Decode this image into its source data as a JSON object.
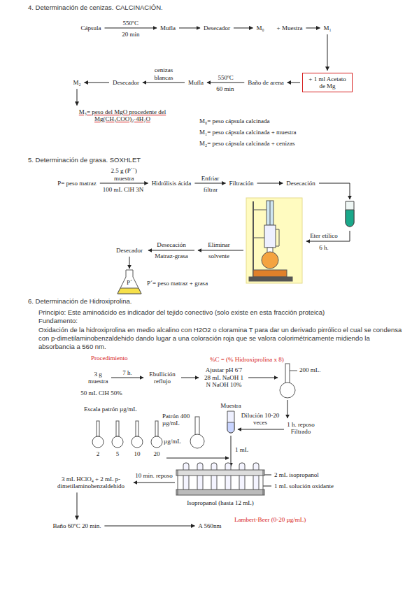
{
  "diagram": {
    "nodes": [
      {
        "text": [
          "Cápsula"
        ]
      },
      {
        "text": [
          "Mufla"
        ]
      },
      {
        "text": [
          "Desecador"
        ]
      },
      {
        "text": [
          "M₀"
        ]
      },
      {
        "text": [
          "+ Muestra"
        ]
      },
      {
        "text": [
          "M₁"
        ]
      },
      {
        "text": [
          "+ 1 ml Acetato de Mg"
        ]
      },
      {
        "text": [
          "Baño de arena"
        ]
      },
      {
        "text": [
          "Mufla"
        ]
      },
      {
        "text": [
          "Desecador"
        ]
      },
      {
        "text": [
          "M₂"
        ]
      },
      {
        "text": [
          "M₃= peso del MgO procedente del Mg(CH₃COO)₂·4H₂O"
        ]
      },
      {
        "text": [
          "P= peso matraz"
        ]
      },
      {
        "text": [
          "Hidrólisis ácida"
        ]
      },
      {
        "text": [
          "Filtración"
        ]
      },
      {
        "text": [
          "Desecación"
        ]
      },
      {
        "text": [
          "Desecador"
        ]
      },
      {
        "text": [
          "3 g muestra"
        ]
      },
      {
        "text": [
          "Ebullición reflujo"
        ]
      },
      {
        "text": [
          "Ajustar pH 6'7 28 mL NaOH 1 N NaOH 10%"
        ]
      },
      {
        "text": [
          "1 h. reposo Filtrado"
        ]
      },
      {
        "text": [
          "3 mL HClO₄ + 2 mL p-dimetilaminobenzaldehido"
        ]
      },
      {
        "text": [
          "Baño 60ºC 20 min."
        ]
      },
      {
        "text": [
          "A 560nm"
        ]
      }
    ],
    "edges": [
      {
        "from": 0,
        "to": 1,
        "arrow": "to",
        "label": "550ºC"
      },
      {
        "from": 1,
        "to": 2,
        "arrow": "to"
      },
      {
        "from": 2,
        "to": 3,
        "arrow": "to"
      },
      {
        "from": 4,
        "to": 5,
        "arrow": "to"
      },
      {
        "from": 5,
        "to": 6,
        "arrow": "to"
      },
      {
        "from": 6,
        "to": 7,
        "arrow": "to"
      },
      {
        "from": 7,
        "to": 8,
        "arrow": "to",
        "label": "550ºC"
      },
      {
        "from": 8,
        "to": 9,
        "arrow": "to",
        "label": "cenizas blancas"
      },
      {
        "from": 9,
        "to": 10,
        "arrow": "to"
      },
      {
        "from": 10,
        "to": 11,
        "arrow": "to"
      },
      {
        "from": 12,
        "to": 13,
        "arrow": "to",
        "label": "2.5 g (P´´) muestra"
      },
      {
        "from": 13,
        "to": 14,
        "arrow": "to",
        "label": "Enfriar"
      },
      {
        "from": 14,
        "to": 15,
        "arrow": "to"
      },
      {
        "from": 17,
        "to": 18,
        "arrow": "to",
        "label": "7 h."
      },
      {
        "from": 18,
        "to": 19,
        "arrow": "to"
      },
      {
        "from": 21,
        "to": 22,
        "arrow": "to"
      },
      {
        "from": 22,
        "to": 23,
        "arrow": "to"
      }
    ],
    "labels": [
      "4. Determinación de cenizas. CALCINACIÓN.",
      "20 min",
      "60 min",
      "M₀= peso cápsula calcinada",
      "M₁= peso cápsula calcinada + muestra",
      "M₂= peso cápsula calcinada + cenizas",
      "5. Determinación de grasa. SOXHLET",
      "100 mL ClH 3N",
      "filtrar",
      "Eter etílico",
      "6 h.",
      "Eliminar",
      "solvente",
      "Desecación",
      "Matraz-grasa",
      "P´",
      "P´= peso matraz + grasa",
      "6. Determinación de Hidroxiprolina.",
      "Principio: Este aminoácido es indicador del tejido conectivo (solo existe en esta fracción proteica)",
      "Fundamento:",
      "Oxidación de la hidroxiprolina en medio alcalino con H2O2 o cloramina T para dar un derivado pirrólico el cual se condensa con p-dimetilaminobenzaldehido dando lugar a una coloración roja que se valora colorimétricamente midiendo la absorbancia a 560 nm.",
      "Procedimiento",
      "%C = (% Hidroxiprolina x 8)",
      "50 mL ClH 50%",
      "200 mL.",
      "Muestra",
      "Dilución 10-20 veces",
      "Escala patrón µg/mL",
      "Patrón 400 µg/mL",
      "2",
      "5",
      "10",
      "20",
      "µg/mL",
      "1 mL",
      "2 mL isopropanol",
      "1 mL solución oxidante",
      "Isopropanol (hasta 12 mL)",
      "10 min. reposo",
      "Lambert-Beer (0-20 µg/mL)"
    ]
  }
}
